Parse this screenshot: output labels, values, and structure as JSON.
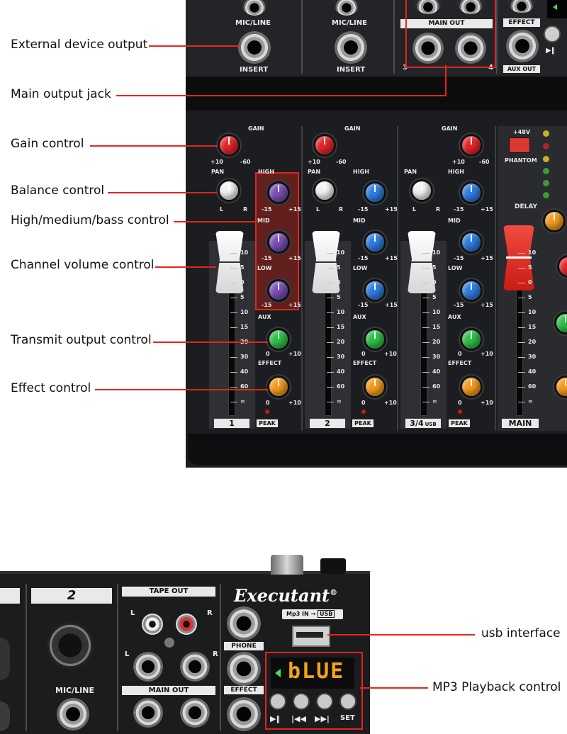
{
  "callouts": {
    "external_device_output": "External device output",
    "main_output_jack": "Main output jack",
    "gain_control": "Gain control",
    "balance_control": "Balance control",
    "eq_control": "High/medium/bass control",
    "channel_volume_control": "Channel volume control",
    "transmit_output_control": "Transmit output control",
    "effect_control": "Effect control",
    "usb_interface": "usb interface",
    "mp3_playback_control": "MP3 Playback control"
  },
  "mixer_top": {
    "mic_line": "MIC/LINE",
    "insert": "INSERT",
    "main_out": "MAIN OUT",
    "effect": "EFFECT",
    "aux_out": "AUX OUT",
    "jack_3": "3",
    "jack_4": "4"
  },
  "channel_labels": {
    "gain": "GAIN",
    "pan": "PAN",
    "high": "HIGH",
    "mid": "MID",
    "low": "LOW",
    "aux": "AUX",
    "effect": "EFFECT",
    "peak": "PEAK",
    "plus10": "+10",
    "minus60": "-60",
    "l": "L",
    "r": "R",
    "minus15": "-15",
    "plus15": "+15",
    "zero": "0",
    "ch1": "1",
    "ch2": "2",
    "ch34": "3/4",
    "usb": "USB",
    "main": "MAIN",
    "phantom": "PHANTOM",
    "plus48v": "+48V",
    "delay": "DELAY"
  },
  "fader_scale": [
    "10",
    "5",
    "0",
    "5",
    "10",
    "15",
    "20",
    "30",
    "40",
    "60",
    "∞"
  ],
  "mixer_bottom": {
    "ch2": "2",
    "tape_out": "TAPE OUT",
    "l": "L",
    "r": "R",
    "main_out": "MAIN OUT",
    "mic_line": "MIC/LINE",
    "brand": "Executant",
    "registered": "®",
    "mp3in": "Mp3 IN",
    "usb": "USB",
    "phone": "PHONE",
    "effect": "EFFECT",
    "display": "bLUE",
    "btn_set": "SET"
  },
  "colors": {
    "callout_red": "#e2261c",
    "gain_knob": "#e3262a",
    "eq_knob": "#2e7de0",
    "eq_knob_highlight": "#7a4fb5",
    "aux_knob": "#2fbf4a",
    "effect_knob": "#f39a1e",
    "main_fader": "#e2261c",
    "display": "#f4a21c"
  }
}
